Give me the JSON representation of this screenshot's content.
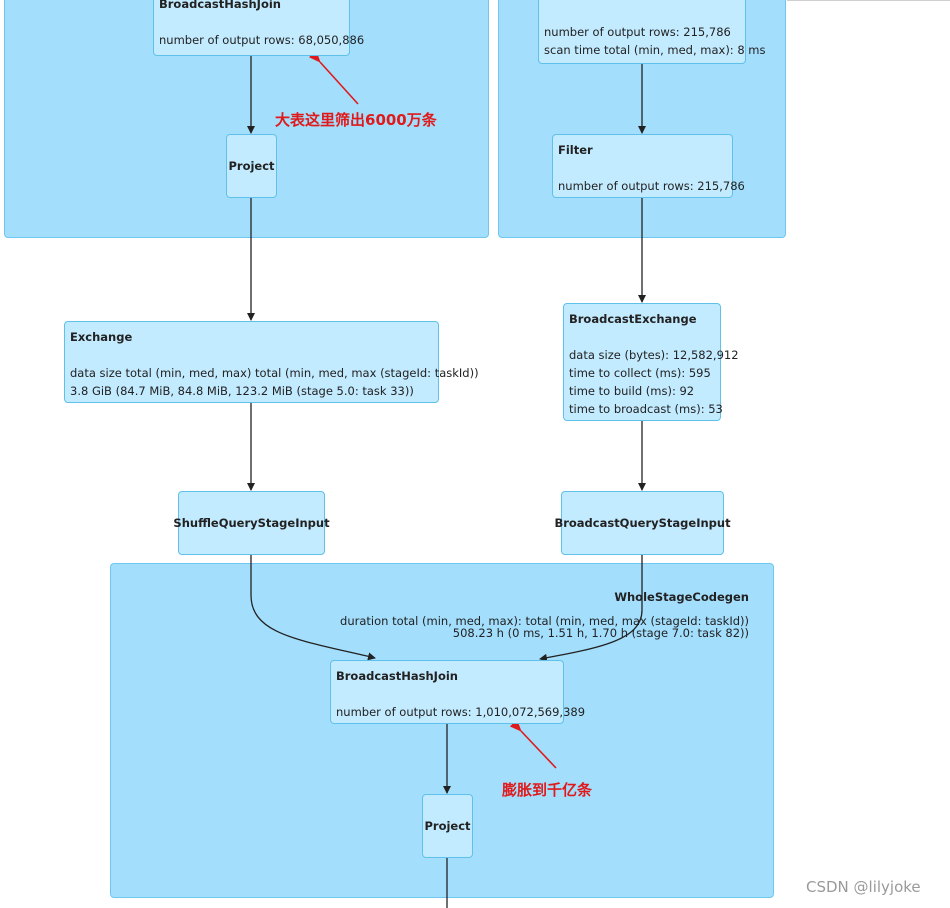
{
  "clusters": {
    "whole_stage_codegen": {
      "title": "WholeStageCodegen",
      "metric_line1": "duration total (min, med, max): total (min, med, max (stageId: taskId))",
      "metric_line2": "508.23 h (0 ms, 1.51 h, 1.70 h (stage 7.0: task 82))"
    }
  },
  "nodes": {
    "top_join": {
      "title": "BroadcastHashJoin",
      "line1": "number of output rows: 68,050,886"
    },
    "top_project": {
      "title": "Project"
    },
    "scan": {
      "line1": "number of output rows: 215,786",
      "line2": "scan time total (min, med, max): 8 ms"
    },
    "filter": {
      "title": "Filter",
      "line1": "number of output rows: 215,786"
    },
    "exchange": {
      "title": "Exchange",
      "line1": "data size total (min, med, max) total (min, med, max (stageId: taskId))",
      "line2": "3.8 GiB (84.7 MiB, 84.8 MiB, 123.2 MiB (stage 5.0: task 33))"
    },
    "broadcast_exchange": {
      "title": "BroadcastExchange",
      "line1": "data size (bytes): 12,582,912",
      "line2": "time to collect (ms): 595",
      "line3": "time to build (ms): 92",
      "line4": "time to broadcast (ms): 53"
    },
    "shuffle_input": {
      "title": "ShuffleQueryStageInput"
    },
    "broadcast_input": {
      "title": "BroadcastQueryStageInput"
    },
    "bottom_join": {
      "title": "BroadcastHashJoin",
      "line1": "number of output rows: 1,010,072,569,389"
    },
    "bottom_project": {
      "title": "Project"
    }
  },
  "annotations": {
    "top": "大表这里筛出6000万条",
    "bottom": "膨胀到千亿条",
    "color": "#e01a1a"
  },
  "watermark": "CSDN @lilyjoke",
  "colors": {
    "cluster_fill": "#a3dffd",
    "node_fill": "#c3ebff",
    "node_border": "#5fc1ea"
  }
}
